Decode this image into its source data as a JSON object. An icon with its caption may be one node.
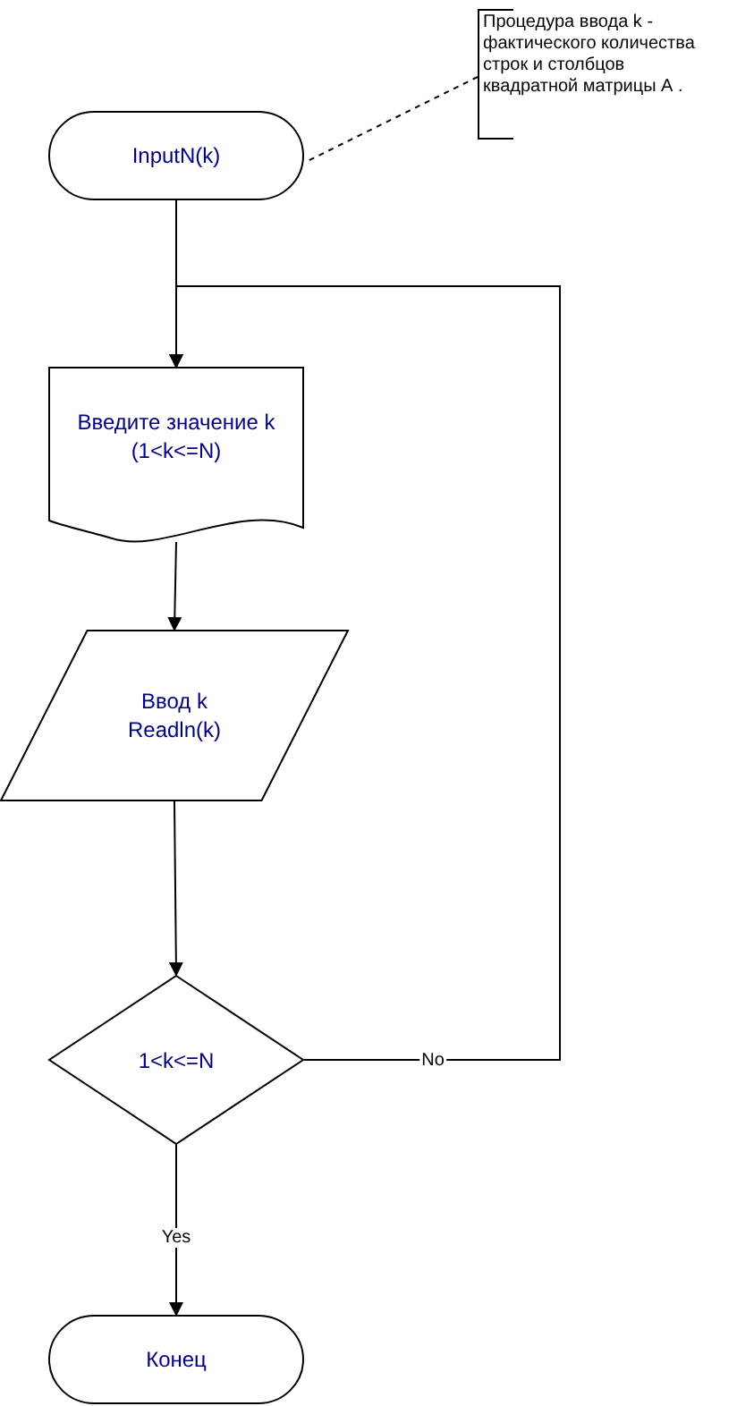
{
  "diagram": {
    "nodes": [
      {
        "text": [
          "Процедура ввода k - фактического количества строк и столбцов квадратной матрицы А ."
        ]
      },
      {
        "text": [
          "InputN(k)"
        ]
      },
      {
        "text": [
          "Введите значение k (1<k<=N)"
        ]
      },
      {
        "text": [
          "Ввод k Readln(k)"
        ]
      },
      {
        "text": [
          "1<k<=N"
        ]
      },
      {
        "text": [
          "Конец"
        ]
      }
    ],
    "edges": [
      {
        "from": 0,
        "to": 1,
        "arrow": "none",
        "style": "dashed"
      },
      {
        "from": 1,
        "to": 2,
        "arrow": "to"
      },
      {
        "from": 2,
        "to": 3,
        "arrow": "to"
      },
      {
        "from": 3,
        "to": 4,
        "arrow": "to"
      },
      {
        "from": 4,
        "to": 2,
        "arrow": "to",
        "label": "No"
      },
      {
        "from": 4,
        "to": 5,
        "arrow": "to",
        "label": "Yes"
      }
    ]
  }
}
